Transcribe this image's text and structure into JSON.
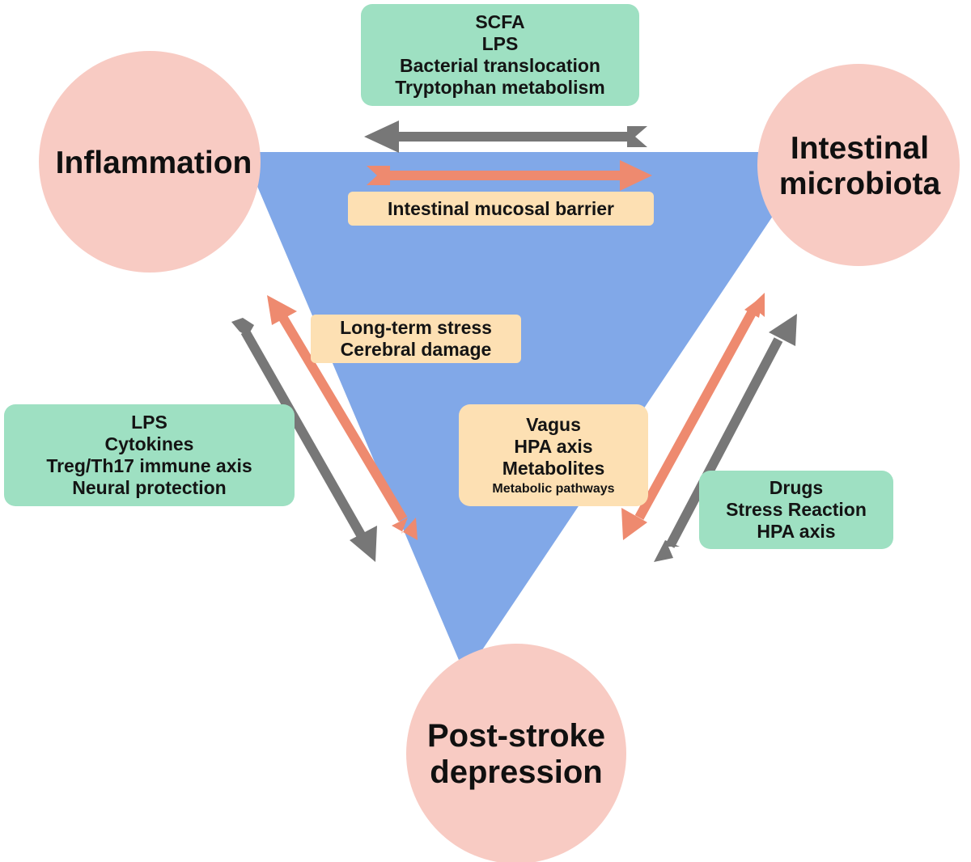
{
  "nodes": {
    "inflammation": {
      "label_lines": [
        "Inflammation"
      ]
    },
    "microbiota": {
      "label_lines": [
        "Intestinal",
        "microbiota"
      ]
    },
    "depression": {
      "label_lines": [
        "Post-stroke",
        "depression"
      ]
    }
  },
  "boxes": {
    "top_factors": {
      "lines": [
        "SCFA",
        "LPS",
        "Bacterial translocation",
        "Tryptophan metabolism"
      ]
    },
    "mucosal_barrier": {
      "lines": [
        "Intestinal mucosal barrier"
      ]
    },
    "stress_damage": {
      "lines": [
        "Long-term stress",
        "Cerebral damage"
      ]
    },
    "left_factors": {
      "lines": [
        "LPS",
        "Cytokines",
        "Treg/Th17 immune axis",
        "Neural protection"
      ]
    },
    "vagus_pathways": {
      "lines": [
        "Vagus",
        "HPA axis",
        "Metabolites"
      ],
      "small_line": "Metabolic pathways"
    },
    "right_factors": {
      "lines": [
        "Drugs",
        "Stress Reaction",
        "HPA axis"
      ]
    }
  },
  "colors": {
    "triangle": "#81a8e8",
    "node_fill": "#f8cbc3",
    "green_box": "#9ee0c2",
    "peach_box": "#fde0b3",
    "arrow_orange": "#ee8a6f",
    "arrow_gray": "#777777"
  }
}
